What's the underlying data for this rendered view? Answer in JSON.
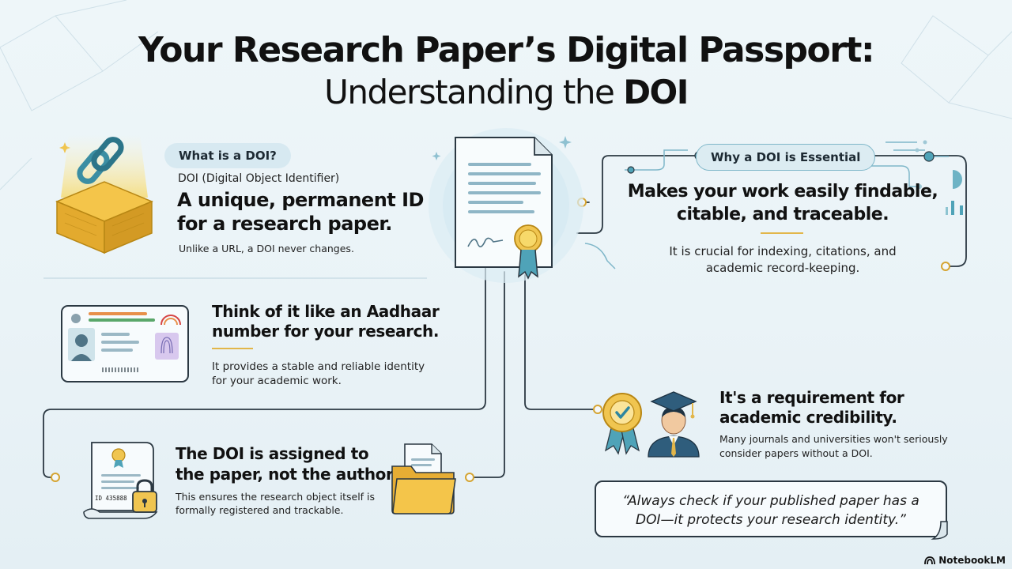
{
  "title": {
    "line1": "Your Research Paper’s Digital Passport:",
    "line2_prefix": "Understanding the ",
    "line2_bold": "DOI"
  },
  "what": {
    "pill": "What is a DOI?",
    "subtitle": "DOI (Digital Object Identifier)",
    "headline_1": "A unique, permanent ID",
    "headline_2": "for a research paper.",
    "note": "Unlike a URL, a DOI never changes."
  },
  "aadhaar": {
    "heading_1": "Think of it like an Aadhaar",
    "heading_2": "number for your research.",
    "body_1": "It provides a stable and reliable identity",
    "body_2": "for your academic work."
  },
  "assigned": {
    "heading_1": "The DOI is assigned to",
    "heading_2": "the paper, not the author.",
    "body_1": "This ensures the research object itself is",
    "body_2": "formally registered and trackable.",
    "doc_id": "ID 435888"
  },
  "why": {
    "pill": "Why a DOI is Essential",
    "headline_1": "Makes your work easily findable,",
    "headline_2": "citable, and traceable.",
    "body_1": "It is crucial for indexing, citations, and",
    "body_2": "academic record-keeping."
  },
  "credibility": {
    "heading_1": "It's a requirement for",
    "heading_2": "academic credibility.",
    "body_1": "Many journals and universities won't seriously",
    "body_2": "consider papers without a DOI."
  },
  "quote": {
    "line1": "“Always check if your published paper has a",
    "line2": "DOI—it protects your research identity.”"
  },
  "brand": "NotebookLM",
  "colors": {
    "gold": "#e2b64a",
    "teal": "#4fa3b8",
    "dark": "#2b3842"
  }
}
